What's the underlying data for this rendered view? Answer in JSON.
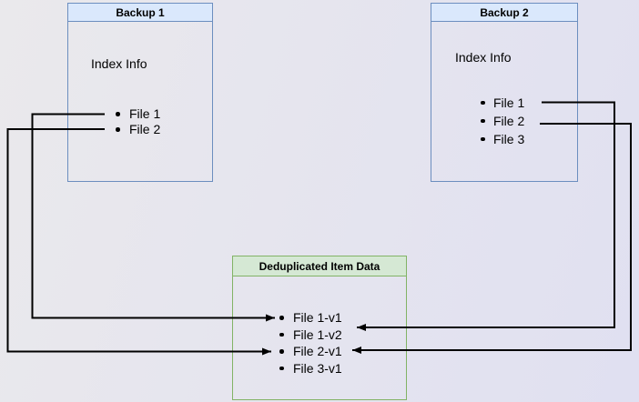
{
  "backup1": {
    "title": "Backup 1",
    "index_label": "Index Info",
    "files": [
      "File 1",
      "File 2"
    ]
  },
  "backup2": {
    "title": "Backup 2",
    "index_label": "Index Info",
    "files": [
      "File 1",
      "File 2",
      "File 3"
    ]
  },
  "dedup_store": {
    "title": "Deduplicated Item Data",
    "items": [
      "File 1-v1",
      "File 1-v2",
      "File 2-v1",
      "File 3-v1"
    ]
  },
  "connections": [
    {
      "from": "Backup 1 / File 1",
      "to": "File 1-v1"
    },
    {
      "from": "Backup 1 / File 2",
      "to": "File 2-v1"
    },
    {
      "from": "Backup 2 / File 1",
      "to": "File 1-v2"
    },
    {
      "from": "Backup 2 / File 2",
      "to": "File 2-v1"
    }
  ],
  "colors": {
    "backup_header_fill": "#dae8fc",
    "backup_border": "#6c8ebf",
    "dedup_header_fill": "#d5e8d4",
    "dedup_border": "#82b366",
    "arrow": "#000000",
    "canvas_bg_left": "#eae9ec",
    "canvas_bg_right": "#e0e0f1"
  }
}
